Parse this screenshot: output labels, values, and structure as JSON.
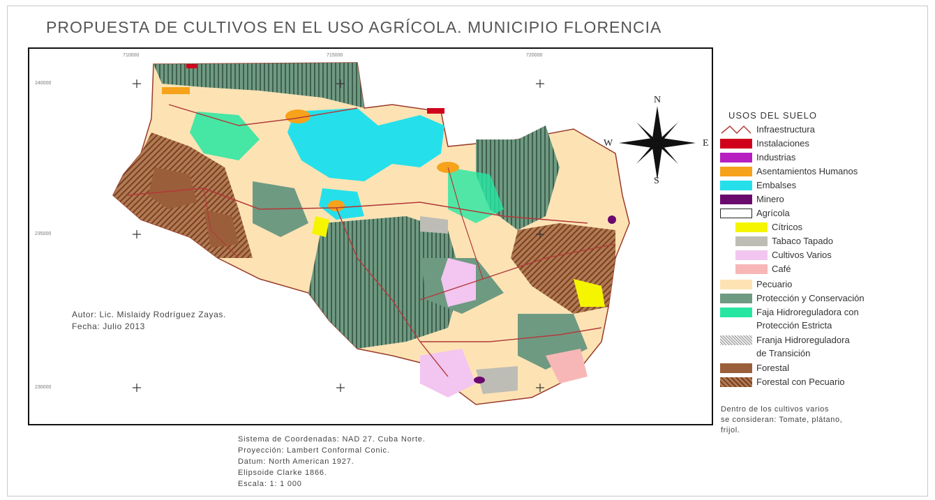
{
  "title": "PROPUESTA DE CULTIVOS EN EL USO AGRÍCOLA. MUNICIPIO FLORENCIA",
  "author": {
    "line1": "Autor: Lic. Mislaidy Rodríguez Zayas.",
    "line2": "Fecha: Julio 2013"
  },
  "compass": {
    "n": "N",
    "s": "S",
    "e": "E",
    "w": "W"
  },
  "legend": {
    "title": "USOS DEL SUELO",
    "items": [
      {
        "label": "Infraestructura",
        "color": "#b23a3a",
        "kind": "line"
      },
      {
        "label": "Instalaciones",
        "color": "#d0021b",
        "kind": "fill"
      },
      {
        "label": "Industrias",
        "color": "#b81fc1",
        "kind": "fill"
      },
      {
        "label": "Asentamientos Humanos",
        "color": "#f7a21b",
        "kind": "fill"
      },
      {
        "label": "Embalses",
        "color": "#25e0ea",
        "kind": "fill"
      },
      {
        "label": "Minero",
        "color": "#6b0a6e",
        "kind": "fill"
      },
      {
        "label": "Agrícola",
        "color": "#ffffff",
        "kind": "outline"
      },
      {
        "label": "Cítricos",
        "color": "#f5f500",
        "kind": "fill",
        "indent": true
      },
      {
        "label": "Tabaco Tapado",
        "color": "#bdbdb6",
        "kind": "fill",
        "indent": true
      },
      {
        "label": "Cultivos Varios",
        "color": "#f2c6f0",
        "kind": "fill",
        "indent": true
      },
      {
        "label": "Café",
        "color": "#f7b7b7",
        "kind": "fill",
        "indent": true
      },
      {
        "label": "Pecuario",
        "color": "#fde3b4",
        "kind": "fill"
      },
      {
        "label": "Protección y Conservación",
        "color": "#6f9a82",
        "kind": "fill"
      },
      {
        "label": "Faja Hidroreguladora con",
        "label2": "Protección Estricta",
        "color": "#26e6a2",
        "kind": "fill"
      },
      {
        "label": "Franja Hidroreguladora",
        "label2": "de Transición",
        "color": "#cfcfcf",
        "kind": "hatch"
      },
      {
        "label": "Forestal",
        "color": "#9b5e3a",
        "kind": "fill"
      },
      {
        "label": "Forestal con Pecuario",
        "color": "#a36a45",
        "kind": "hatch-brown"
      }
    ],
    "note": {
      "line1": "Dentro de los cultivos varios",
      "line2": "se consideran: Tomate, plátano,",
      "line3": "frijol."
    }
  },
  "meta": {
    "line1": "Sistema de Coordenadas: NAD 27. Cuba Norte.",
    "line2": "Proyección: Lambert Conformal Conic.",
    "line3": "Datum: North American 1927.",
    "line4": "Elipsoide Clarke 1866.",
    "line5": "Escala: 1: 1 000"
  },
  "grid_labels": {
    "top1": "710000",
    "top2": "715000",
    "top3": "720000",
    "left1": "240000",
    "left2": "235000",
    "left3": "230000"
  }
}
